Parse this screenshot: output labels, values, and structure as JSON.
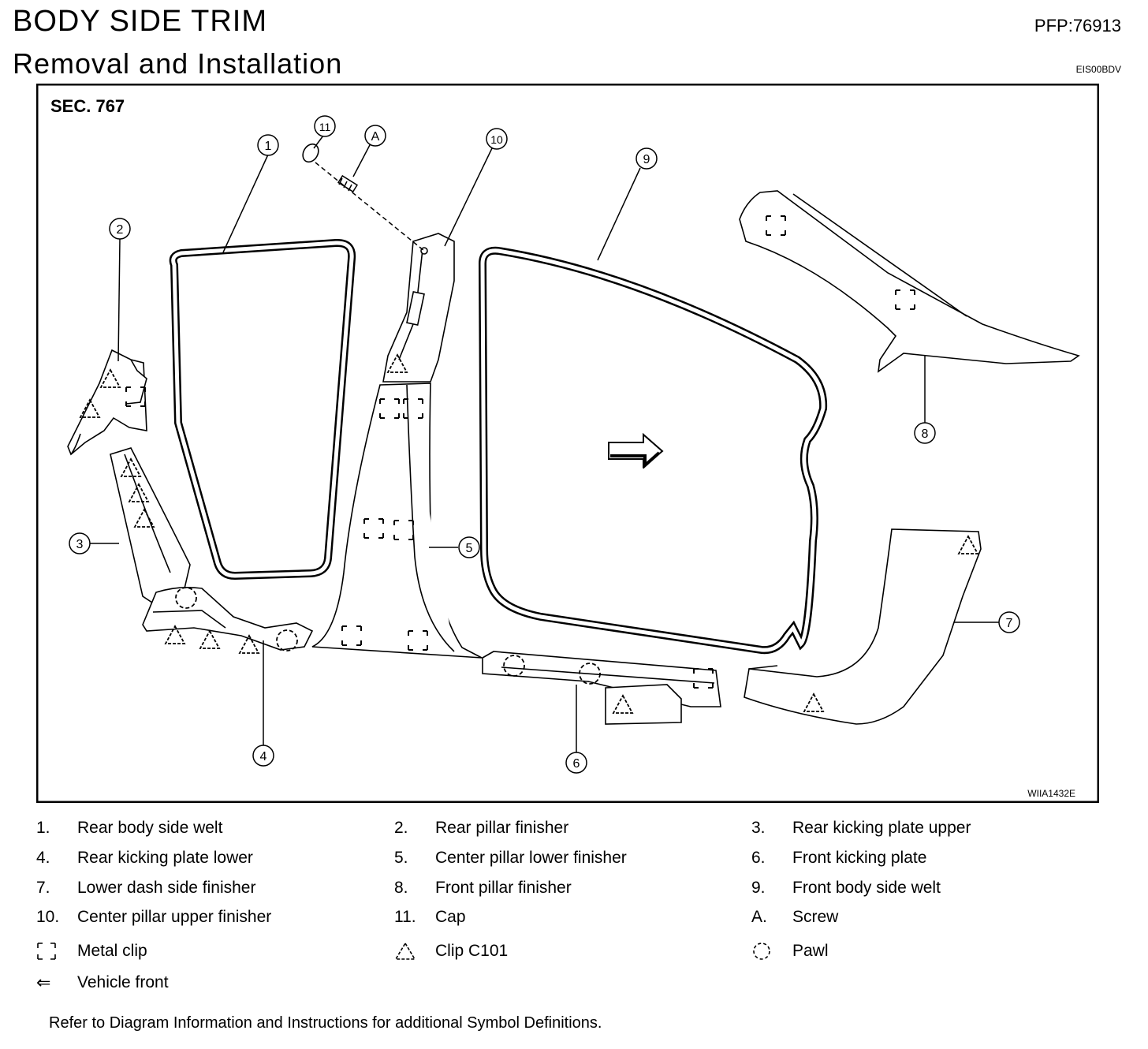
{
  "header": {
    "title": "BODY SIDE TRIM",
    "subtitle": "Removal and Installation",
    "pfp": "PFP:76913",
    "code": "EIS00BDV"
  },
  "diagram": {
    "section": "SEC. 767",
    "figure_id": "WIIA1432E",
    "callouts": [
      "1",
      "2",
      "3",
      "4",
      "5",
      "6",
      "7",
      "8",
      "9",
      "10",
      "11",
      "A"
    ],
    "icons": [
      "metal-clip-icon",
      "clip-c101-icon",
      "pawl-icon",
      "front-arrow-icon"
    ]
  },
  "legend": {
    "items": [
      {
        "key": "1.",
        "label": "Rear body side welt"
      },
      {
        "key": "2.",
        "label": "Rear pillar finisher"
      },
      {
        "key": "3.",
        "label": "Rear kicking plate upper"
      },
      {
        "key": "4.",
        "label": "Rear kicking plate lower"
      },
      {
        "key": "5.",
        "label": "Center pillar lower finisher"
      },
      {
        "key": "6.",
        "label": "Front kicking plate"
      },
      {
        "key": "7.",
        "label": "Lower dash side finisher"
      },
      {
        "key": "8.",
        "label": "Front pillar finisher"
      },
      {
        "key": "9.",
        "label": "Front body side welt"
      },
      {
        "key": "10.",
        "label": "Center pillar upper finisher"
      },
      {
        "key": "11.",
        "label": "Cap"
      },
      {
        "key": "A.",
        "label": "Screw"
      }
    ],
    "symbols": [
      {
        "icon": "metal-clip-icon",
        "label": "Metal clip"
      },
      {
        "icon": "clip-c101-icon",
        "label": "Clip C101"
      },
      {
        "icon": "pawl-icon",
        "label": "Pawl"
      },
      {
        "icon": "vehicle-front-icon",
        "glyph": "⇐",
        "label": "Vehicle front"
      }
    ]
  },
  "footnote": "Refer to Diagram Information and Instructions for additional Symbol Definitions."
}
